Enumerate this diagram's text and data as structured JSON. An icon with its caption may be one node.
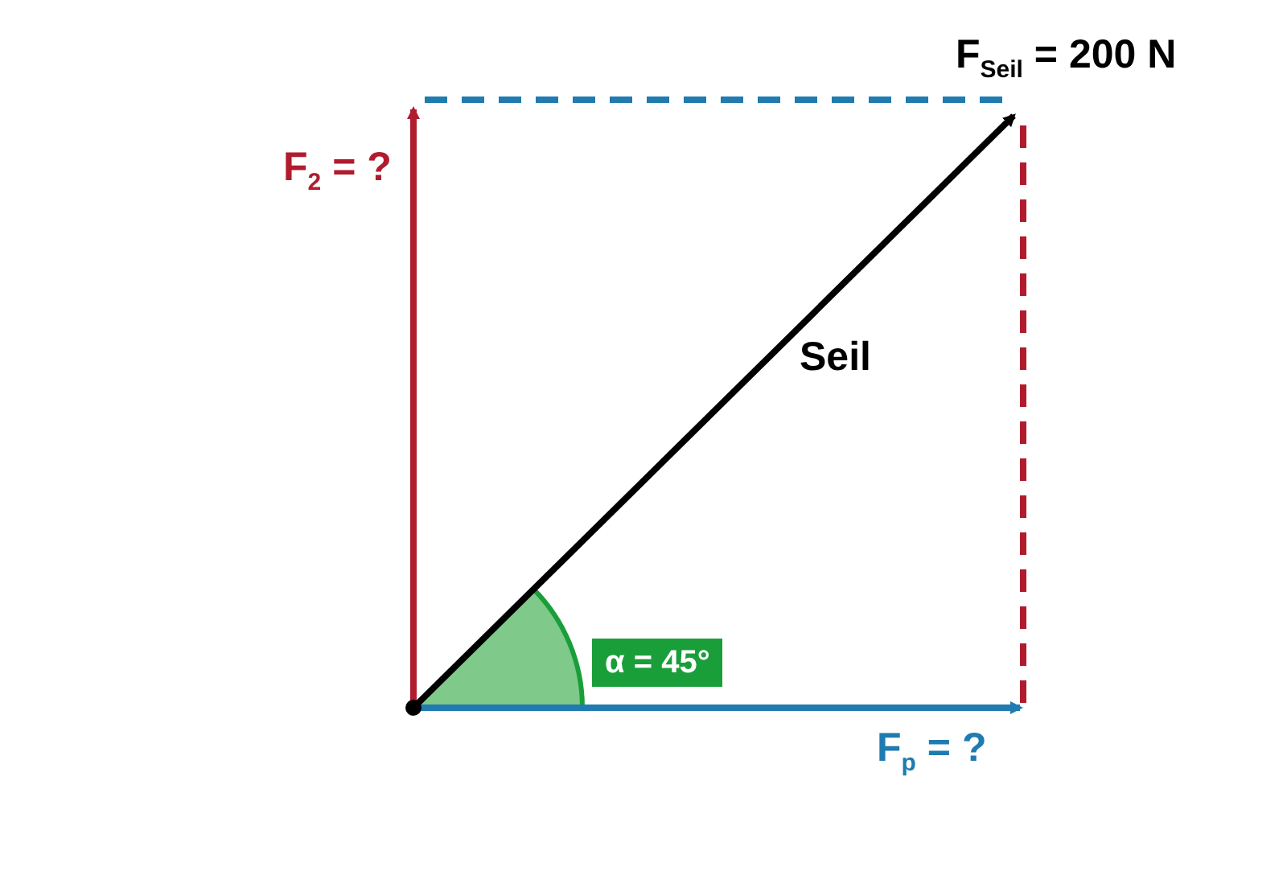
{
  "diagram": {
    "nodes": [
      {
        "text": [
          "α = 45°"
        ]
      }
    ],
    "labels": [
      "F$_{Seil}$ = 200 N",
      "F$_{2}$ = ?",
      "Seil",
      "F$_{p}$ = ?"
    ]
  }
}
